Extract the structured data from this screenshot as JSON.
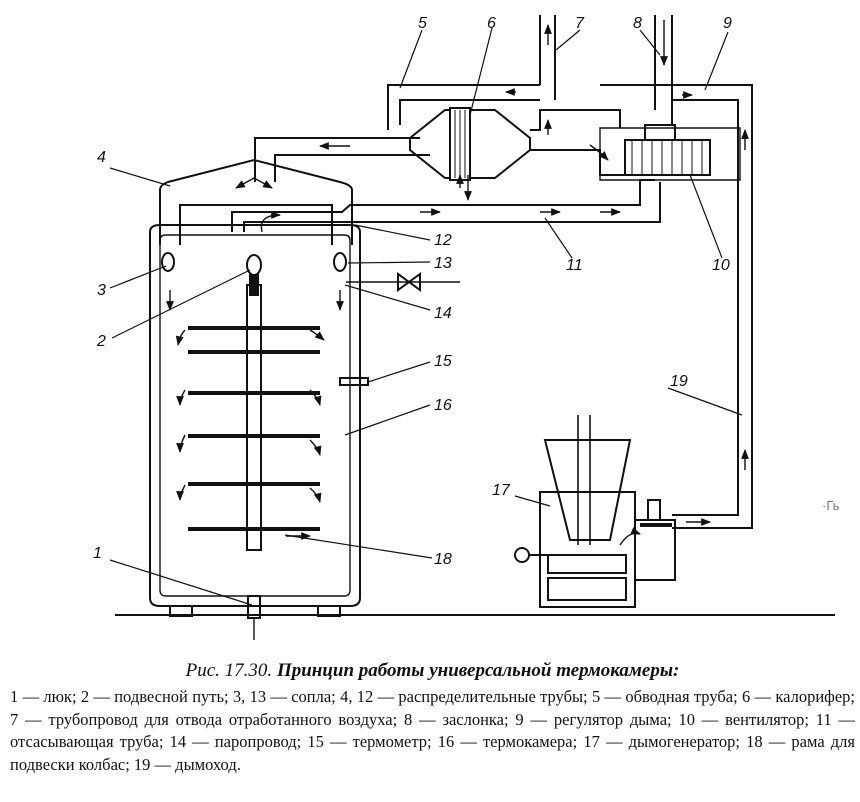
{
  "callouts": [
    "1",
    "2",
    "3",
    "4",
    "5",
    "6",
    "7",
    "8",
    "9",
    "10",
    "11",
    "12",
    "13",
    "14",
    "15",
    "16",
    "17",
    "18",
    "19"
  ],
  "watermark": "·Гь",
  "caption": {
    "figure_ref": "Рис. 17.30.",
    "title": "Принцип работы универсальной термокамеры:",
    "legend": "1 — люк; 2 — подвесной путь; 3, 13 — сопла; 4, 12 — распределительные трубы; 5 — обводная труба; 6 — калорифер; 7 — трубопровод для отвода отработанного воздуха; 8 — заслонка; 9 — регулятор дыма; 10 — вентилятор; 11 — отсасывающая труба; 14 — паропровод; 15 — термометр; 16 — термокамера; 17 — дымогенератор; 18 — рама для подвески колбас; 19 — дымоход."
  }
}
